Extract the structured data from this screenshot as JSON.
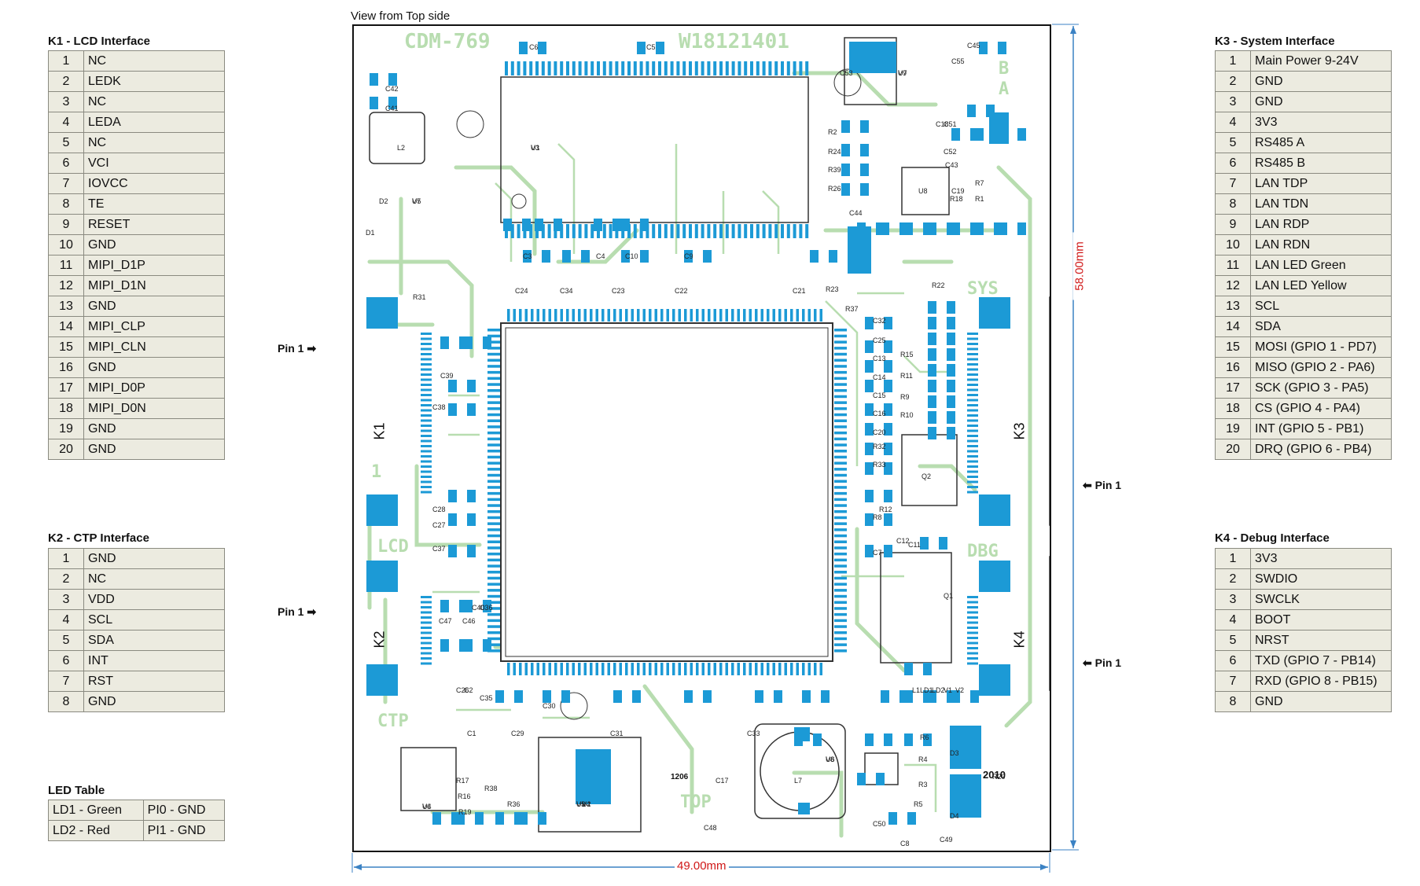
{
  "board": {
    "view_caption": "View from Top side",
    "width_label": "49.00mm",
    "height_label": "58.00mm",
    "silkscreen": {
      "model": "CDM-769",
      "serial": "W18121401",
      "label_b": "B",
      "label_a": "A",
      "label_sys": "SYS",
      "label_dbg": "DBG",
      "label_lcd": "LCD",
      "label_ctp": "CTP",
      "label_top": "TOP",
      "label_one": "1",
      "size_2010": "2010",
      "size_1206": "1206"
    },
    "connectors": {
      "k1": "K1",
      "k2": "K2",
      "k3": "K3",
      "k4": "K4"
    },
    "pin1_label": "Pin 1",
    "components": [
      "U1",
      "U2",
      "U3",
      "U4",
      "U5",
      "U6",
      "U7",
      "U8",
      "L2",
      "L7",
      "D1",
      "D2",
      "D3",
      "D4",
      "Q1",
      "Q2",
      "C42",
      "C41",
      "C6",
      "C5",
      "C45",
      "C24",
      "C34",
      "C23",
      "C22",
      "C21",
      "C3",
      "C4",
      "C10",
      "C9",
      "C2",
      "C1",
      "C31",
      "C33",
      "C29",
      "C28",
      "C27",
      "C37",
      "C38",
      "C39",
      "C32",
      "C25",
      "C13",
      "C14",
      "C15",
      "C16",
      "C20",
      "C11",
      "C12",
      "C7",
      "C8",
      "C17",
      "C48",
      "C49",
      "C50",
      "C47",
      "C46",
      "C40",
      "C36",
      "C35",
      "C30",
      "C26",
      "C19",
      "C18",
      "C43",
      "C44",
      "C55",
      "C51",
      "C52",
      "C53",
      "R2",
      "R24",
      "R39",
      "R26",
      "R22",
      "R23",
      "R31",
      "R32",
      "R33",
      "R8",
      "R12",
      "R6",
      "R4",
      "R3",
      "R5",
      "R7",
      "R1",
      "R18",
      "R20",
      "R17",
      "R16",
      "R19",
      "R38",
      "R36",
      "R37",
      "R15",
      "R11",
      "R9",
      "R10",
      "L1",
      "LD1",
      "LD2",
      "V1",
      "V2",
      "V3",
      "V4",
      "V5",
      "V6",
      "V7",
      "V8",
      "V9"
    ]
  },
  "k1": {
    "title": "K1 - LCD Interface",
    "rows": [
      [
        "1",
        "NC"
      ],
      [
        "2",
        "LEDK"
      ],
      [
        "3",
        "NC"
      ],
      [
        "4",
        "LEDA"
      ],
      [
        "5",
        "NC"
      ],
      [
        "6",
        "VCI"
      ],
      [
        "7",
        "IOVCC"
      ],
      [
        "8",
        "TE"
      ],
      [
        "9",
        "RESET"
      ],
      [
        "10",
        "GND"
      ],
      [
        "11",
        "MIPI_D1P"
      ],
      [
        "12",
        "MIPI_D1N"
      ],
      [
        "13",
        "GND"
      ],
      [
        "14",
        "MIPI_CLP"
      ],
      [
        "15",
        "MIPI_CLN"
      ],
      [
        "16",
        "GND"
      ],
      [
        "17",
        "MIPI_D0P"
      ],
      [
        "18",
        "MIPI_D0N"
      ],
      [
        "19",
        "GND"
      ],
      [
        "20",
        "GND"
      ]
    ]
  },
  "k2": {
    "title": "K2 - CTP Interface",
    "rows": [
      [
        "1",
        "GND"
      ],
      [
        "2",
        "NC"
      ],
      [
        "3",
        "VDD"
      ],
      [
        "4",
        "SCL"
      ],
      [
        "5",
        "SDA"
      ],
      [
        "6",
        "INT"
      ],
      [
        "7",
        "RST"
      ],
      [
        "8",
        "GND"
      ]
    ]
  },
  "k3": {
    "title": "K3 - System Interface",
    "rows": [
      [
        "1",
        "Main Power 9-24V"
      ],
      [
        "2",
        "GND"
      ],
      [
        "3",
        "GND"
      ],
      [
        "4",
        "3V3"
      ],
      [
        "5",
        "RS485 A"
      ],
      [
        "6",
        "RS485 B"
      ],
      [
        "7",
        "LAN TDP"
      ],
      [
        "8",
        "LAN TDN"
      ],
      [
        "9",
        "LAN RDP"
      ],
      [
        "10",
        "LAN RDN"
      ],
      [
        "11",
        "LAN LED Green"
      ],
      [
        "12",
        "LAN LED Yellow"
      ],
      [
        "13",
        "SCL"
      ],
      [
        "14",
        "SDA"
      ],
      [
        "15",
        "MOSI (GPIO 1 - PD7)"
      ],
      [
        "16",
        "MISO (GPIO 2 - PA6)"
      ],
      [
        "17",
        "SCK (GPIO 3 - PA5)"
      ],
      [
        "18",
        "CS (GPIO 4 - PA4)"
      ],
      [
        "19",
        "INT (GPIO 5 - PB1)"
      ],
      [
        "20",
        "DRQ (GPIO 6 - PB4)"
      ]
    ]
  },
  "k4": {
    "title": "K4 - Debug Interface",
    "rows": [
      [
        "1",
        "3V3"
      ],
      [
        "2",
        "SWDIO"
      ],
      [
        "3",
        "SWCLK"
      ],
      [
        "4",
        "BOOT"
      ],
      [
        "5",
        "NRST"
      ],
      [
        "6",
        "TXD (GPIO 7 - PB14)"
      ],
      [
        "7",
        "RXD (GPIO 8 - PB15)"
      ],
      [
        "8",
        "GND"
      ]
    ]
  },
  "led": {
    "title": "LED Table",
    "rows": [
      [
        "LD1 - Green",
        "PI0 - GND"
      ],
      [
        "LD2 - Red",
        "PI1 - GND"
      ]
    ]
  },
  "colors": {
    "copper": "#1c9ad6",
    "trace": "#b8ddb0",
    "silk": "#222222",
    "dimension": "#d01818"
  }
}
